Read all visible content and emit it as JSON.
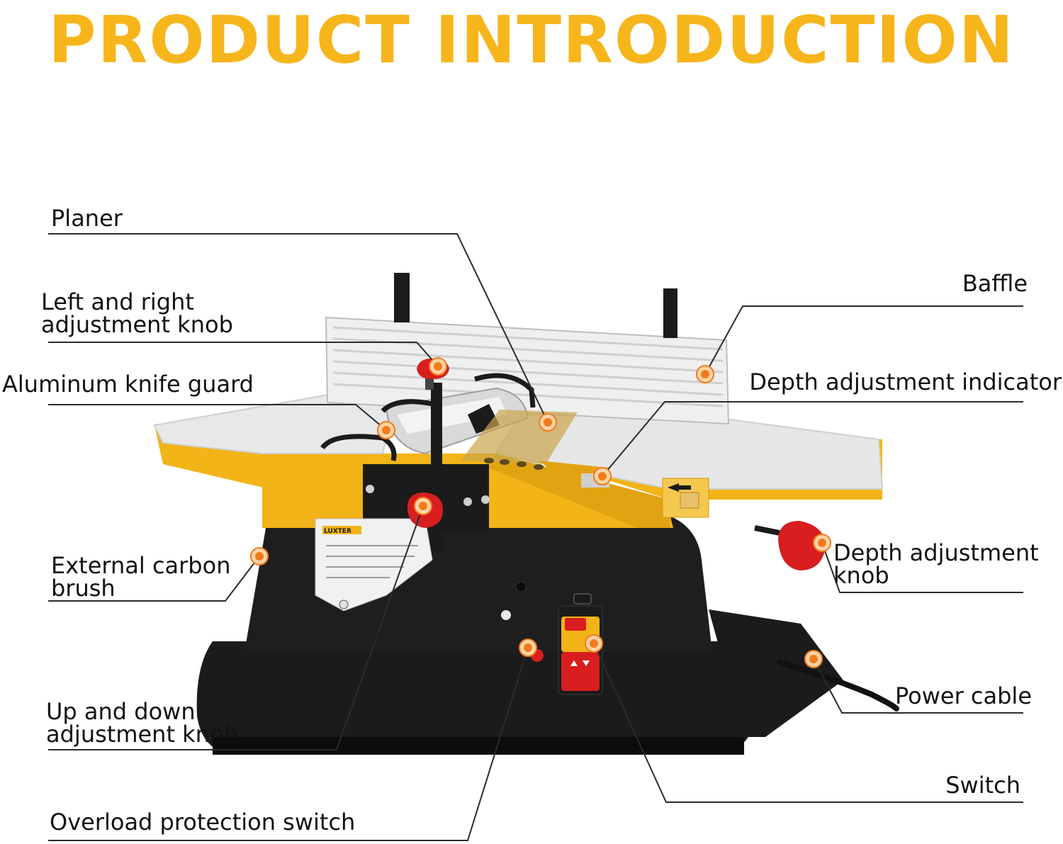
{
  "title": "PRODUCT INTRODUCTION",
  "colors": {
    "title": "#F7B51C",
    "machine_yellow": "#F2B417",
    "machine_black": "#1B1B1B",
    "marker": "#F27A1A",
    "knob_red": "#D81E1E",
    "table_top": "#E6E6E6"
  },
  "labels": {
    "planer": "Planer",
    "left_right_knob": [
      "Left and right",
      "adjustment knob"
    ],
    "knife_guard": "Aluminum knife guard",
    "carbon_brush": [
      "External carbon",
      "brush"
    ],
    "up_down_knob": [
      "Up and down",
      "adjustment knob"
    ],
    "overload_switch": "Overload protection switch",
    "baffle": "Baffle",
    "depth_indicator": "Depth adjustment indicator",
    "depth_knob": [
      "Depth adjustment",
      "knob"
    ],
    "power_cable": "Power cable",
    "switch": "Switch"
  },
  "brand": "LUXTER"
}
